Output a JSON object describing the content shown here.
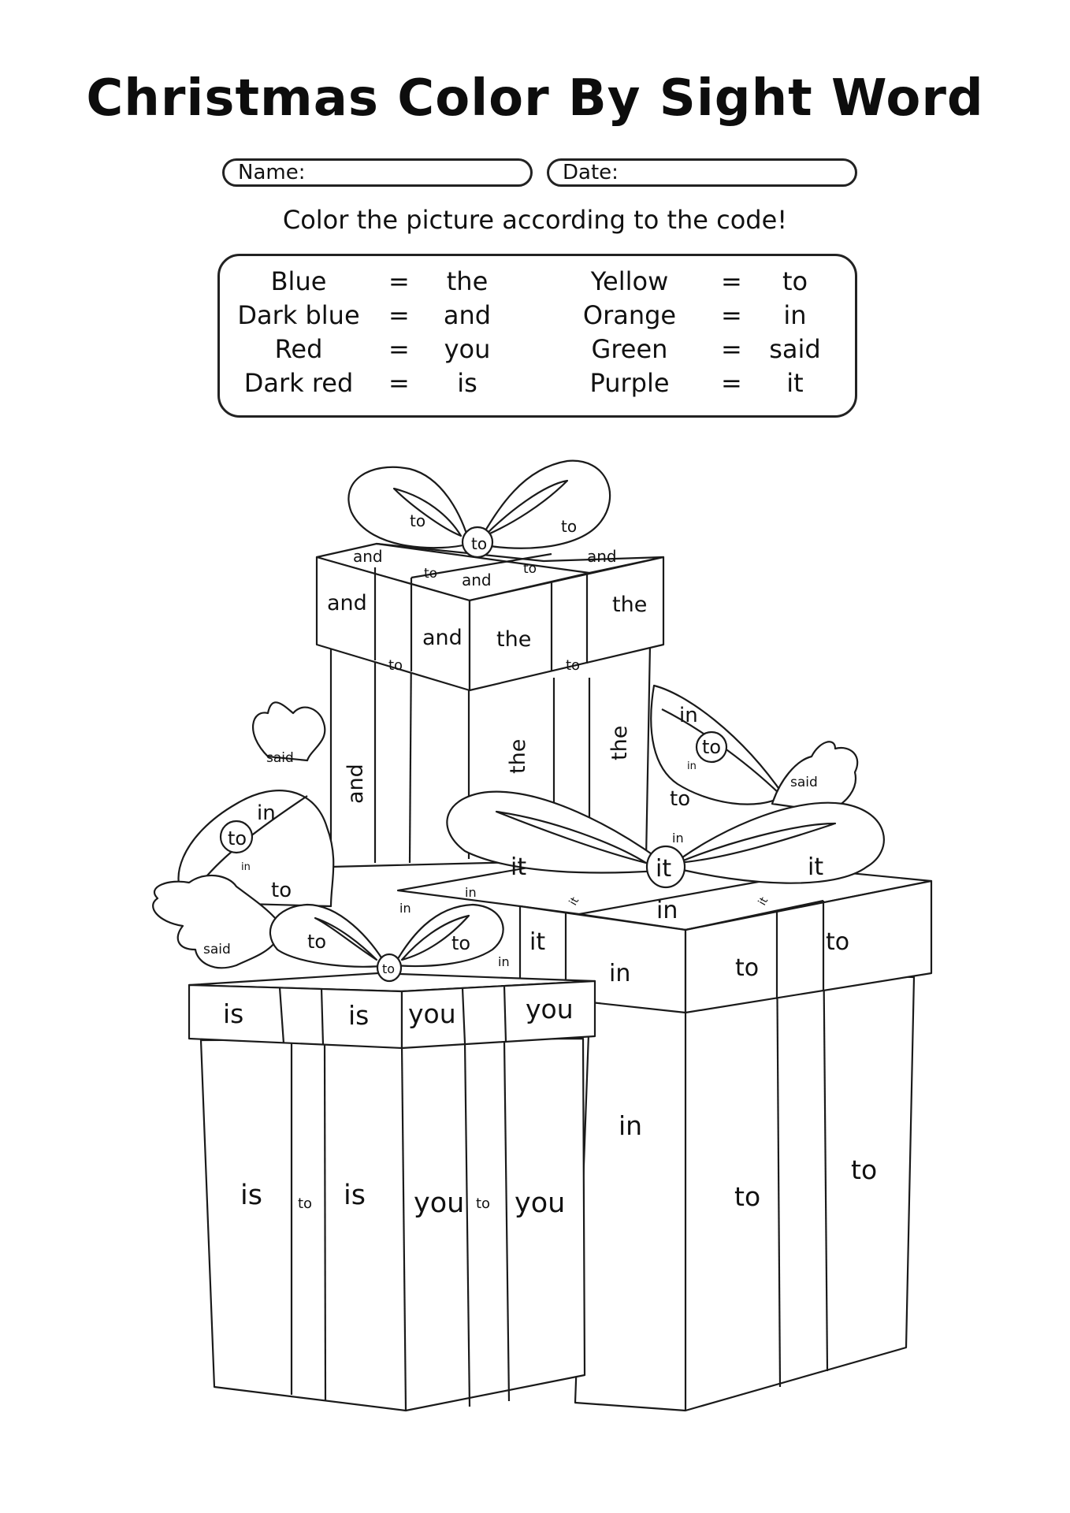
{
  "title": "Christmas Color By Sight Word",
  "name_label": "Name:",
  "date_label": "Date:",
  "instruction": "Color the picture according to the code!",
  "color_key": [
    {
      "color": "Blue",
      "word": "the",
      "hex": "#3b7dd8"
    },
    {
      "color": "Dark blue",
      "word": "and",
      "hex": "#1a2f8a"
    },
    {
      "color": "Red",
      "word": "you",
      "hex": "#e02020"
    },
    {
      "color": "Dark red",
      "word": "is",
      "hex": "#8b0000"
    },
    {
      "color": "Yellow",
      "word": "to",
      "hex": "#f4d21a"
    },
    {
      "color": "Orange",
      "word": "in",
      "hex": "#f28c1b"
    },
    {
      "color": "Green",
      "word": "said",
      "hex": "#2e9e3e"
    },
    {
      "color": "Purple",
      "word": "it",
      "hex": "#7a3fa0"
    }
  ],
  "equals": "=",
  "picture_words": {
    "top_bow": [
      "to",
      "to",
      "to"
    ],
    "tall_lid_top": [
      "and",
      "to",
      "and",
      "to",
      "and"
    ],
    "tall_lid_front": [
      "and",
      "to",
      "and",
      "the",
      "to",
      "the"
    ],
    "tall_body": [
      "and",
      "the",
      "the"
    ],
    "left_bell": [
      "said",
      "in",
      "to",
      "in",
      "to",
      "said"
    ],
    "right_bell": [
      "in",
      "to",
      "in",
      "said",
      "to"
    ],
    "right_bow": [
      "in",
      "it",
      "it",
      "it"
    ],
    "right_lid": [
      "in",
      "in",
      "it",
      "in",
      "it",
      "it",
      "to",
      "in",
      "to"
    ],
    "right_body": [
      "in",
      "to",
      "to"
    ],
    "small_bow": [
      "to",
      "to",
      "to",
      "in"
    ],
    "small_lid": [
      "is",
      "is",
      "you",
      "you"
    ],
    "small_body": [
      "is",
      "to",
      "is",
      "you",
      "to",
      "you"
    ]
  }
}
